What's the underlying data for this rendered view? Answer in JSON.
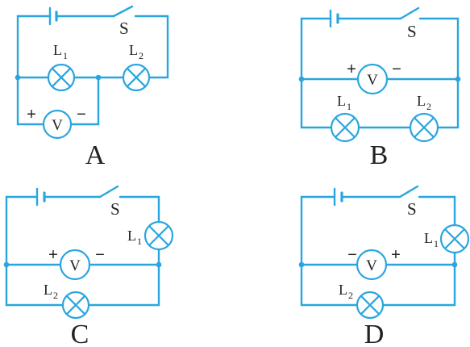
{
  "colors": {
    "wire": "#29a6df",
    "text": "#222222"
  },
  "labels": {
    "switch": "S",
    "lamp_letter": "L",
    "voltmeter": "V",
    "plus": "+",
    "minus": "−"
  },
  "circuits": [
    {
      "caption": "A",
      "lamp1_sub": "1",
      "lamp2_sub": "2",
      "left_sign": "+",
      "right_sign": "−"
    },
    {
      "caption": "B",
      "lamp1_sub": "1",
      "lamp2_sub": "2",
      "left_sign": "+",
      "right_sign": "−"
    },
    {
      "caption": "C",
      "lamp1_sub": "1",
      "lamp2_sub": "2",
      "left_sign": "+",
      "right_sign": "−"
    },
    {
      "caption": "D",
      "lamp1_sub": "1",
      "lamp2_sub": "2",
      "left_sign": "−",
      "right_sign": "+"
    }
  ]
}
